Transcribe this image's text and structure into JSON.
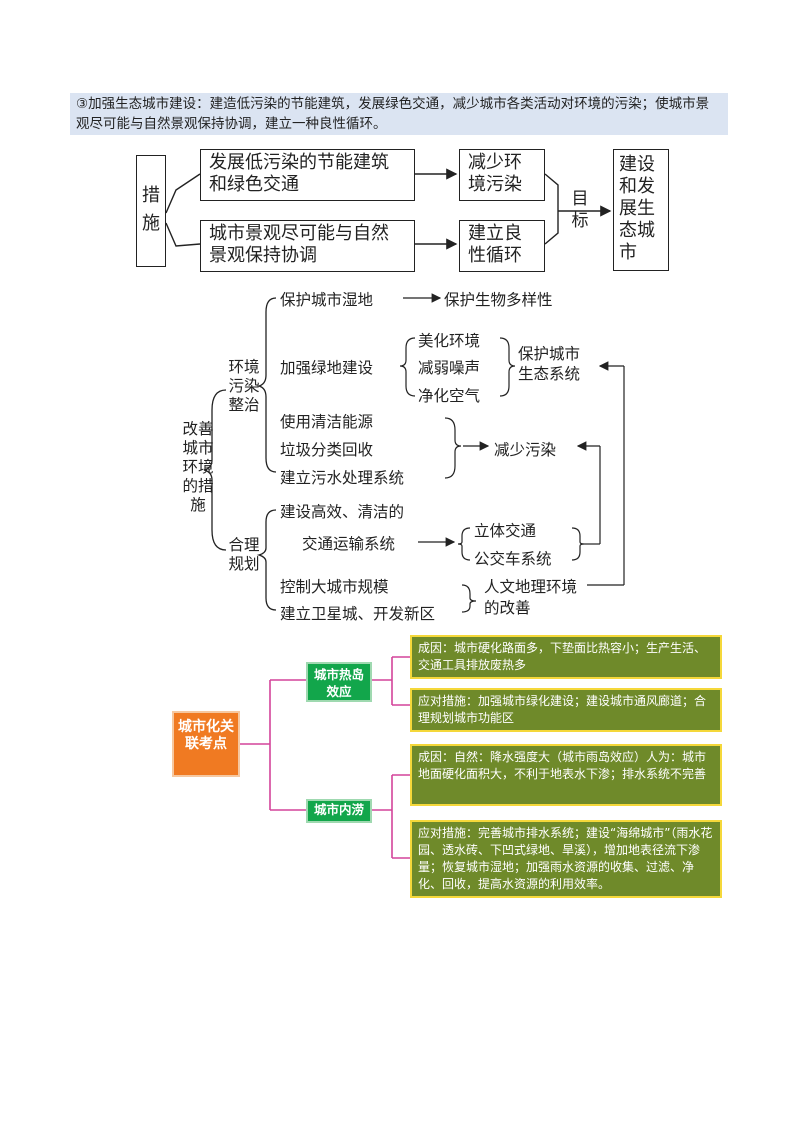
{
  "intro": "③加强生态城市建设：建造低污染的节能建筑，发展绿色交通，减少城市各类活动对环境的污染；使城市景观尽可能与自然景观保持协调，建立一种良性循环。",
  "diagram1": {
    "left": "措施",
    "m1": "发展低污染的节能建筑和绿色交通",
    "m2": "城市景观尽可能与自然景观保持协调",
    "r1": "减少环境污染",
    "r2": "建立良性循环",
    "mid": "目标",
    "goal": "建设和发展生态城市"
  },
  "diagram2": {
    "root": "改善城市环境的措施",
    "b1": "环境污染整治",
    "b2": "合理规划",
    "i1": "保护城市湿地",
    "i1r": "保护生物多样性",
    "i2": "加强绿地建设",
    "i2s": [
      "美化环境",
      "减弱噪声",
      "净化空气"
    ],
    "i2r": "保护城市生态系统",
    "i3": "使用清洁能源",
    "i4": "垃圾分类回收",
    "i5": "建立污水处理系统",
    "i345r": "减少污染",
    "i6a": "建设高效、清洁的",
    "i6b": "交通运输系统",
    "i6s": [
      "立体交通",
      "公交车系统"
    ],
    "i7": "控制大城市规模",
    "i8": "建立卫星城、开发新区",
    "i78r": "人文地理环境的改善"
  },
  "diagram3": {
    "root": "城市化关联考点",
    "t1": "城市热岛效应",
    "t2": "城市内涝",
    "t1_cause": "成因：城市硬化路面多，下垫面比热容小；生产生活、交通工具排放废热多",
    "t1_measure": "应对措施：加强城市绿化建设；建设城市通风廊道；合理规划城市功能区",
    "t2_cause": "成因：自然：降水强度大（城市雨岛效应）人为：城市地面硬化面积大，不利于地表水下渗；排水系统不完善",
    "t2_measure": "应对措施：完善城市排水系统；建设“海绵城市”（雨水花园、透水砖、下凹式绿地、旱溪），增加地表径流下渗量；恢复城市湿地；加强雨水资源的收集、过滤、净化、回收，提高水资源的利用效率。"
  }
}
